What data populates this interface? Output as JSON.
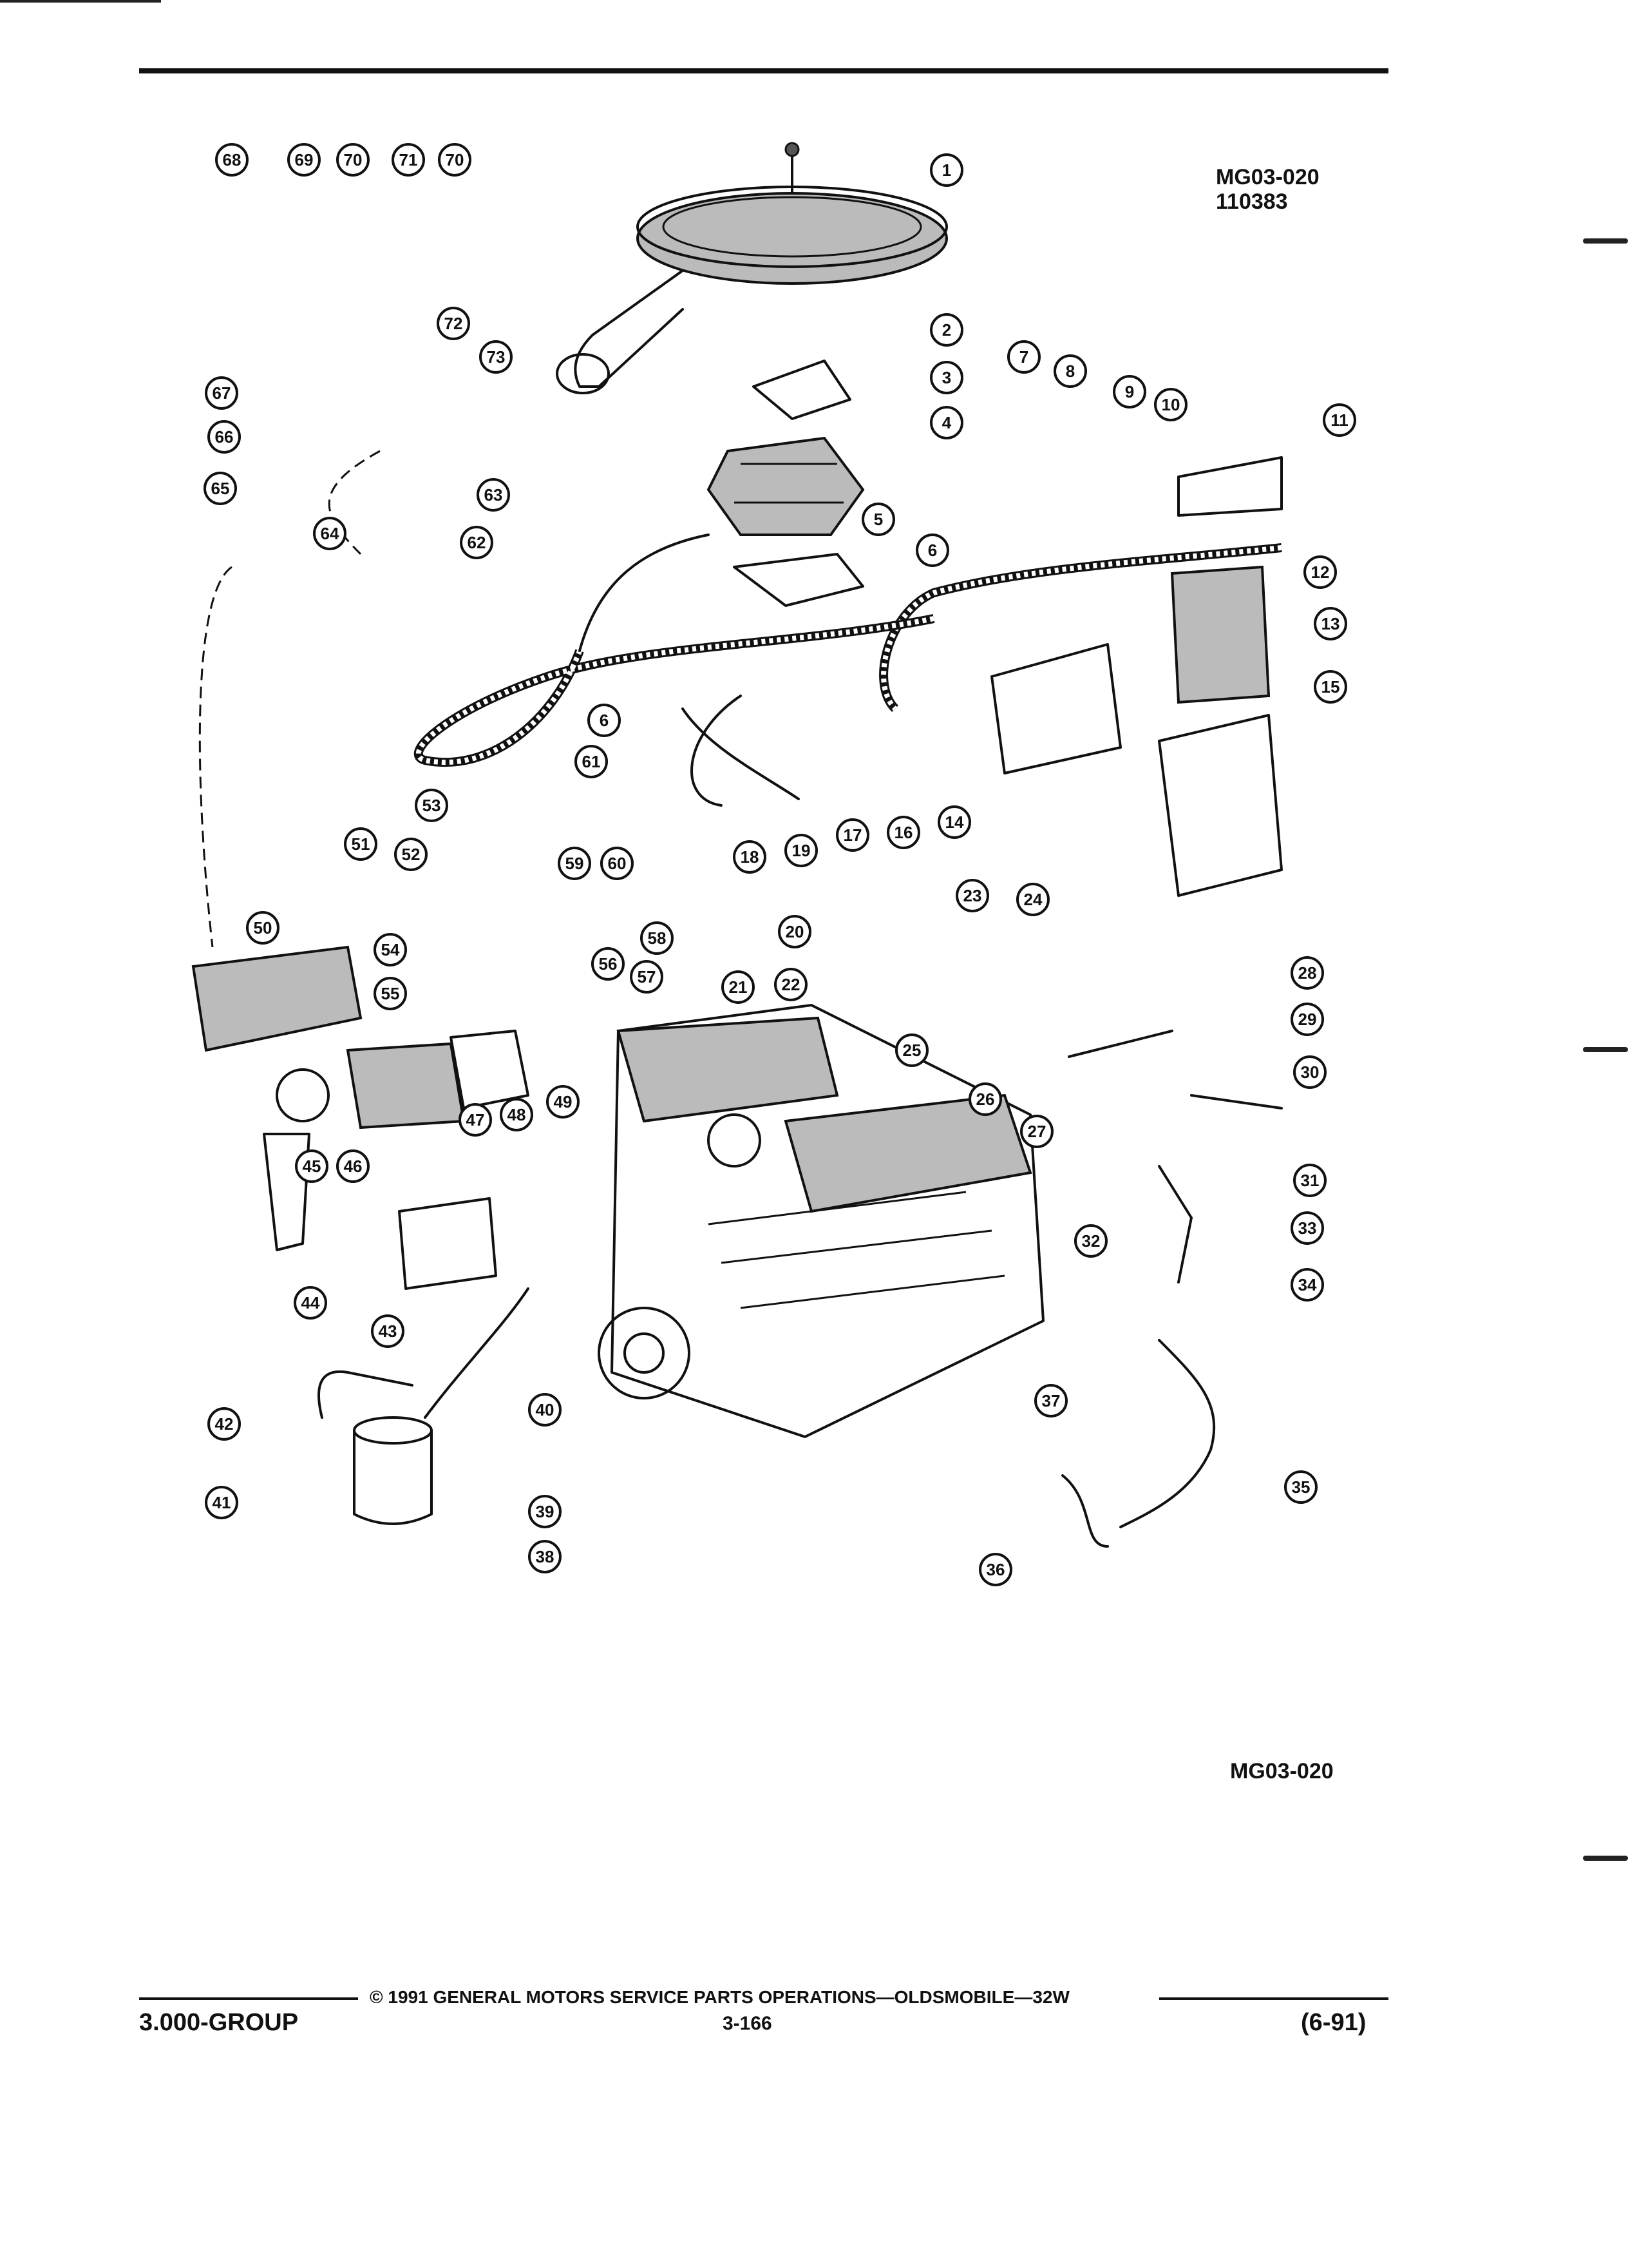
{
  "header": {
    "figure_code": "MG03-020",
    "figure_number": "110383"
  },
  "figure": {
    "code_bottom": "MG03-020",
    "callouts": [
      {
        "n": "1"
      },
      {
        "n": "2"
      },
      {
        "n": "3"
      },
      {
        "n": "4"
      },
      {
        "n": "5"
      },
      {
        "n": "6"
      },
      {
        "n": "6"
      },
      {
        "n": "7"
      },
      {
        "n": "8"
      },
      {
        "n": "9"
      },
      {
        "n": "10"
      },
      {
        "n": "11"
      },
      {
        "n": "12"
      },
      {
        "n": "13"
      },
      {
        "n": "14"
      },
      {
        "n": "15"
      },
      {
        "n": "16"
      },
      {
        "n": "17"
      },
      {
        "n": "18"
      },
      {
        "n": "19"
      },
      {
        "n": "20"
      },
      {
        "n": "21"
      },
      {
        "n": "22"
      },
      {
        "n": "23"
      },
      {
        "n": "24"
      },
      {
        "n": "25"
      },
      {
        "n": "26"
      },
      {
        "n": "27"
      },
      {
        "n": "28"
      },
      {
        "n": "29"
      },
      {
        "n": "30"
      },
      {
        "n": "31"
      },
      {
        "n": "32"
      },
      {
        "n": "33"
      },
      {
        "n": "34"
      },
      {
        "n": "35"
      },
      {
        "n": "36"
      },
      {
        "n": "37"
      },
      {
        "n": "38"
      },
      {
        "n": "39"
      },
      {
        "n": "40"
      },
      {
        "n": "41"
      },
      {
        "n": "42"
      },
      {
        "n": "43"
      },
      {
        "n": "44"
      },
      {
        "n": "45"
      },
      {
        "n": "46"
      },
      {
        "n": "47"
      },
      {
        "n": "48"
      },
      {
        "n": "49"
      },
      {
        "n": "50"
      },
      {
        "n": "51"
      },
      {
        "n": "52"
      },
      {
        "n": "53"
      },
      {
        "n": "54"
      },
      {
        "n": "55"
      },
      {
        "n": "56"
      },
      {
        "n": "57"
      },
      {
        "n": "58"
      },
      {
        "n": "59"
      },
      {
        "n": "60"
      },
      {
        "n": "61"
      },
      {
        "n": "62"
      },
      {
        "n": "63"
      },
      {
        "n": "64"
      },
      {
        "n": "65"
      },
      {
        "n": "66"
      },
      {
        "n": "67"
      },
      {
        "n": "68"
      },
      {
        "n": "69"
      },
      {
        "n": "70"
      },
      {
        "n": "71"
      },
      {
        "n": "70"
      },
      {
        "n": "72"
      },
      {
        "n": "73"
      }
    ]
  },
  "footer": {
    "group": "3.000-GROUP",
    "copyright": "© 1991 GENERAL MOTORS SERVICE PARTS OPERATIONS—OLDSMOBILE—32W",
    "page": "3-166",
    "date": "(6-91)"
  }
}
